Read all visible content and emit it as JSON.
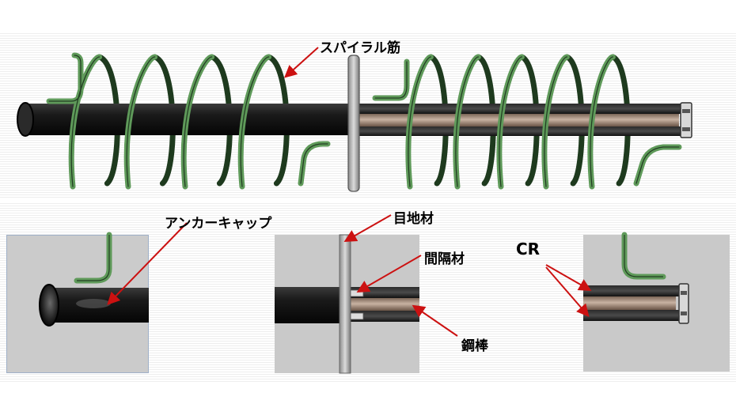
{
  "labels": {
    "spiral": "スパイラル筋",
    "anchor_cap": "アンカーキャップ",
    "joint_material": "目地材",
    "spacer": "間隔材",
    "steel_bar": "鋼棒",
    "cr": "CR"
  },
  "colors": {
    "spiral_green": "#5f9a5a",
    "spiral_dark": "#1f3a1f",
    "bar_black": "#151515",
    "steel_tan": "#a88e7a",
    "leader_red": "#cc1111",
    "panel_gray": "#c9c9c9"
  }
}
